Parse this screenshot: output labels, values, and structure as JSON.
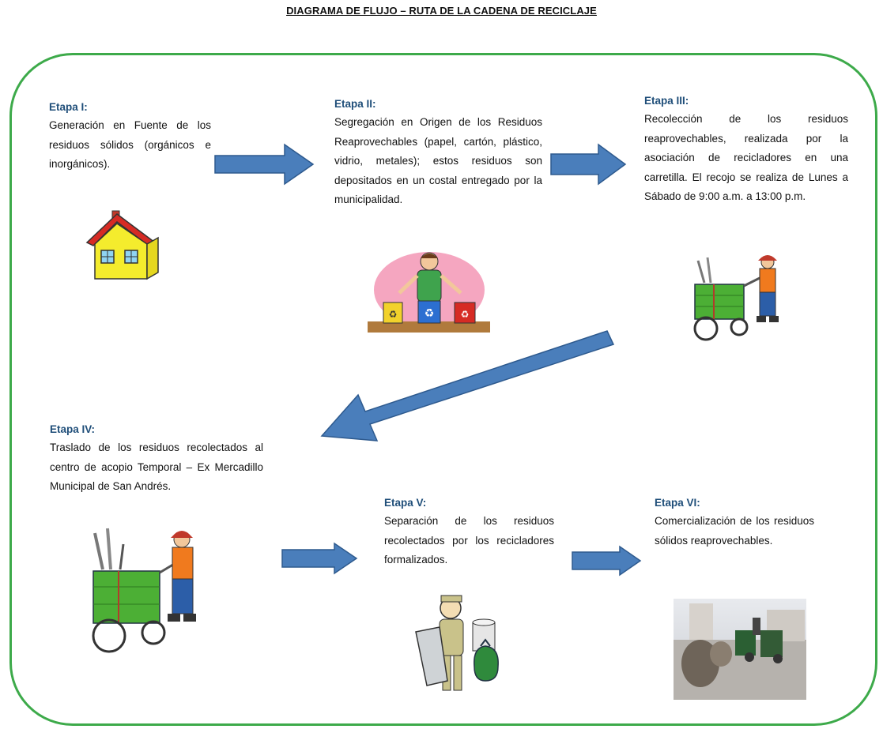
{
  "title": "DIAGRAMA DE FLUJO – RUTA DE LA CADENA DE RECICLAJE",
  "colors": {
    "frame_border": "#3daa4a",
    "arrow_fill": "#4a7ebb",
    "arrow_stroke": "#2e5a8e",
    "stage_label": "#1f4e79"
  },
  "stages": [
    {
      "label": "Etapa I:",
      "text": "Generación en Fuente de los residuos sólidos (orgánicos e inorgánicos).",
      "icon": "house-icon"
    },
    {
      "label": "Etapa II:",
      "text": "Segregación en Origen de los Residuos Reaprovechables (papel, cartón, plástico, vidrio, metales); estos residuos son depositados en un costal entregado por la municipalidad.",
      "icon": "person-sorting-recycling-bins-icon"
    },
    {
      "label": "Etapa III:",
      "text": "Recolección de los residuos reaprovechables, realizada por la asociación de recicladores en una carretilla. El recojo se realiza de Lunes a Sábado de 9:00 a.m. a 13:00 p.m.",
      "icon": "recycler-with-cart-icon"
    },
    {
      "label": "Etapa IV:",
      "text": "Traslado de los residuos recolectados al centro de acopio Temporal – Ex Mercadillo Municipal de San Andrés.",
      "icon": "recycler-with-cart-icon"
    },
    {
      "label": "Etapa V:",
      "text": "Separación de los residuos recolectados por los recicladores formalizados.",
      "icon": "worker-with-trash-cans-icon"
    },
    {
      "label": "Etapa VI:",
      "text": "Comercialización de los residuos sólidos reaprovechables.",
      "icon": "recycling-sacks-photo-icon"
    }
  ]
}
